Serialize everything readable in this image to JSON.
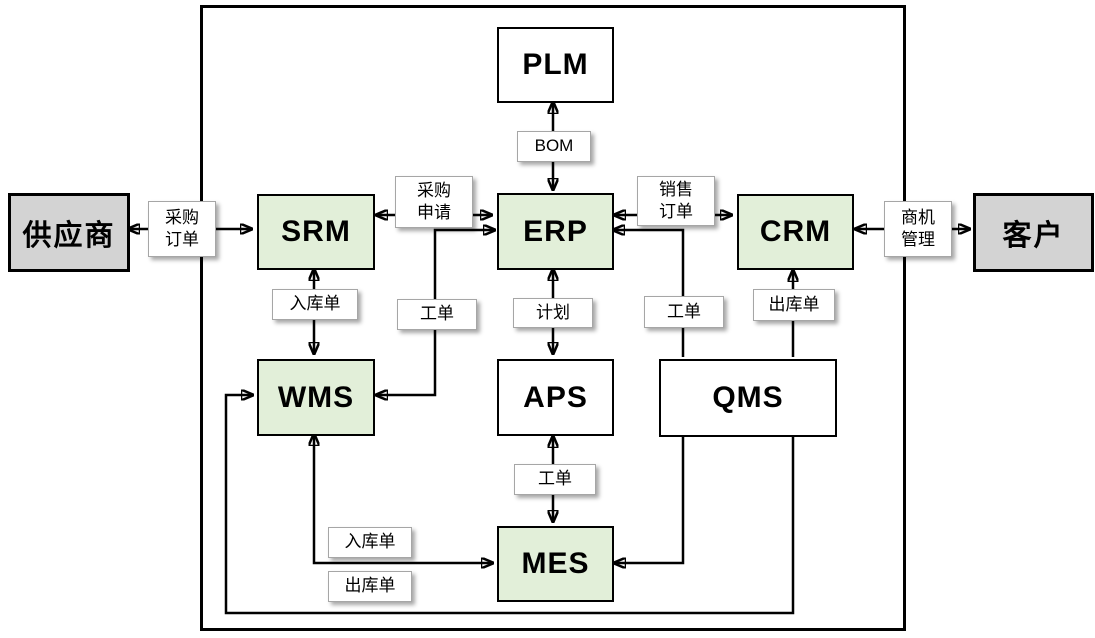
{
  "diagram": {
    "title_hint": "ERP ecosystem integration diagram",
    "nodes": {
      "plm": {
        "label": "PLM"
      },
      "supplier": {
        "label": "供应商"
      },
      "srm": {
        "label": "SRM"
      },
      "erp": {
        "label": "ERP"
      },
      "crm": {
        "label": "CRM"
      },
      "customer": {
        "label": "客户"
      },
      "wms": {
        "label": "WMS"
      },
      "aps": {
        "label": "APS"
      },
      "qms": {
        "label": "QMS"
      },
      "mes": {
        "label": "MES"
      }
    },
    "edge_labels": {
      "bom": "BOM",
      "purchase_order": "采购\n订单",
      "purchase_request": "采购\n申请",
      "sales_order": "销售\n订单",
      "opportunity_mgmt": "商机\n管理",
      "inbound_srm_wms": "入库单",
      "workorder_erp_wms": "工单",
      "plan_erp_aps": "计划",
      "workorder_erp_mes": "工单",
      "outbound_crm_wms": "出库单",
      "workorder_aps_mes": "工单",
      "inbound_wms_mes": "入库单",
      "outbound_wms_mes": "出库单"
    },
    "colors": {
      "node_green": "#e2efd9",
      "node_gray": "#d3d3d3",
      "node_white": "#ffffff",
      "line": "#000000"
    }
  }
}
